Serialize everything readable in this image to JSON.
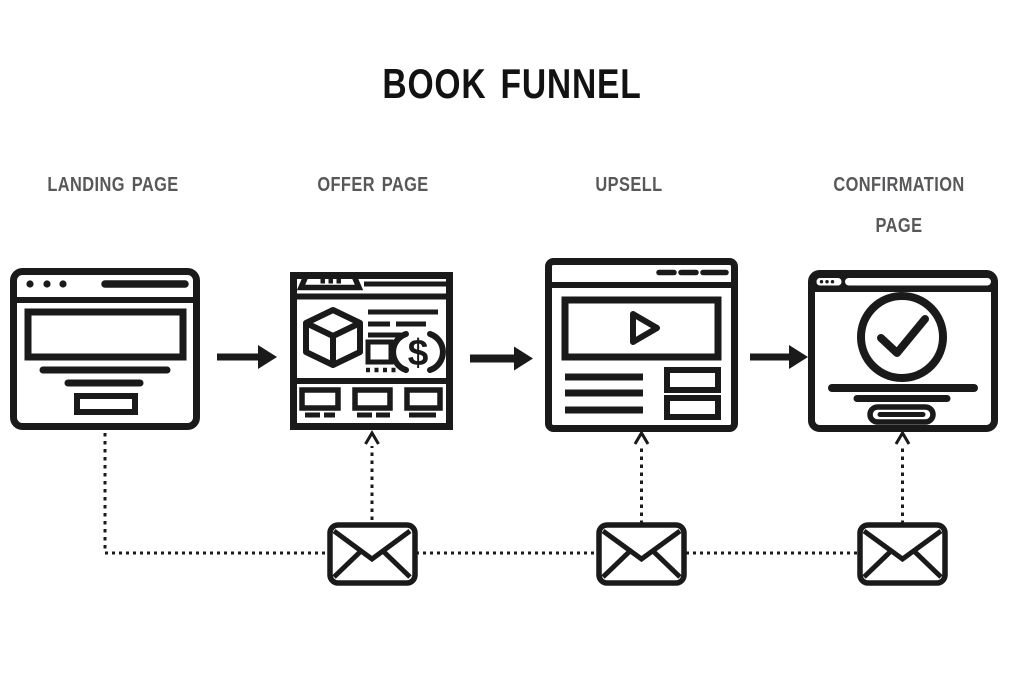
{
  "title": "Book Funnel",
  "stages": [
    {
      "label": "Landing Page",
      "icon": "landing-page-browser-icon"
    },
    {
      "label": "Offer Page",
      "icon": "offer-page-browser-icon"
    },
    {
      "label": "Upsell",
      "icon": "upsell-video-browser-icon"
    },
    {
      "label": "Confirmation Page",
      "icon": "confirmation-check-browser-icon"
    }
  ],
  "connectors": {
    "flow_arrows": 3,
    "flow_arrow_icon": "right-arrow-icon",
    "email_flow": {
      "envelope_icon": "envelope-icon",
      "envelope_count": 3,
      "line_style": "dotted"
    }
  },
  "colors": {
    "ink": "#1a1a1a",
    "title_black": "#121212",
    "label_gray": "#58585a",
    "background": "#ffffff"
  }
}
